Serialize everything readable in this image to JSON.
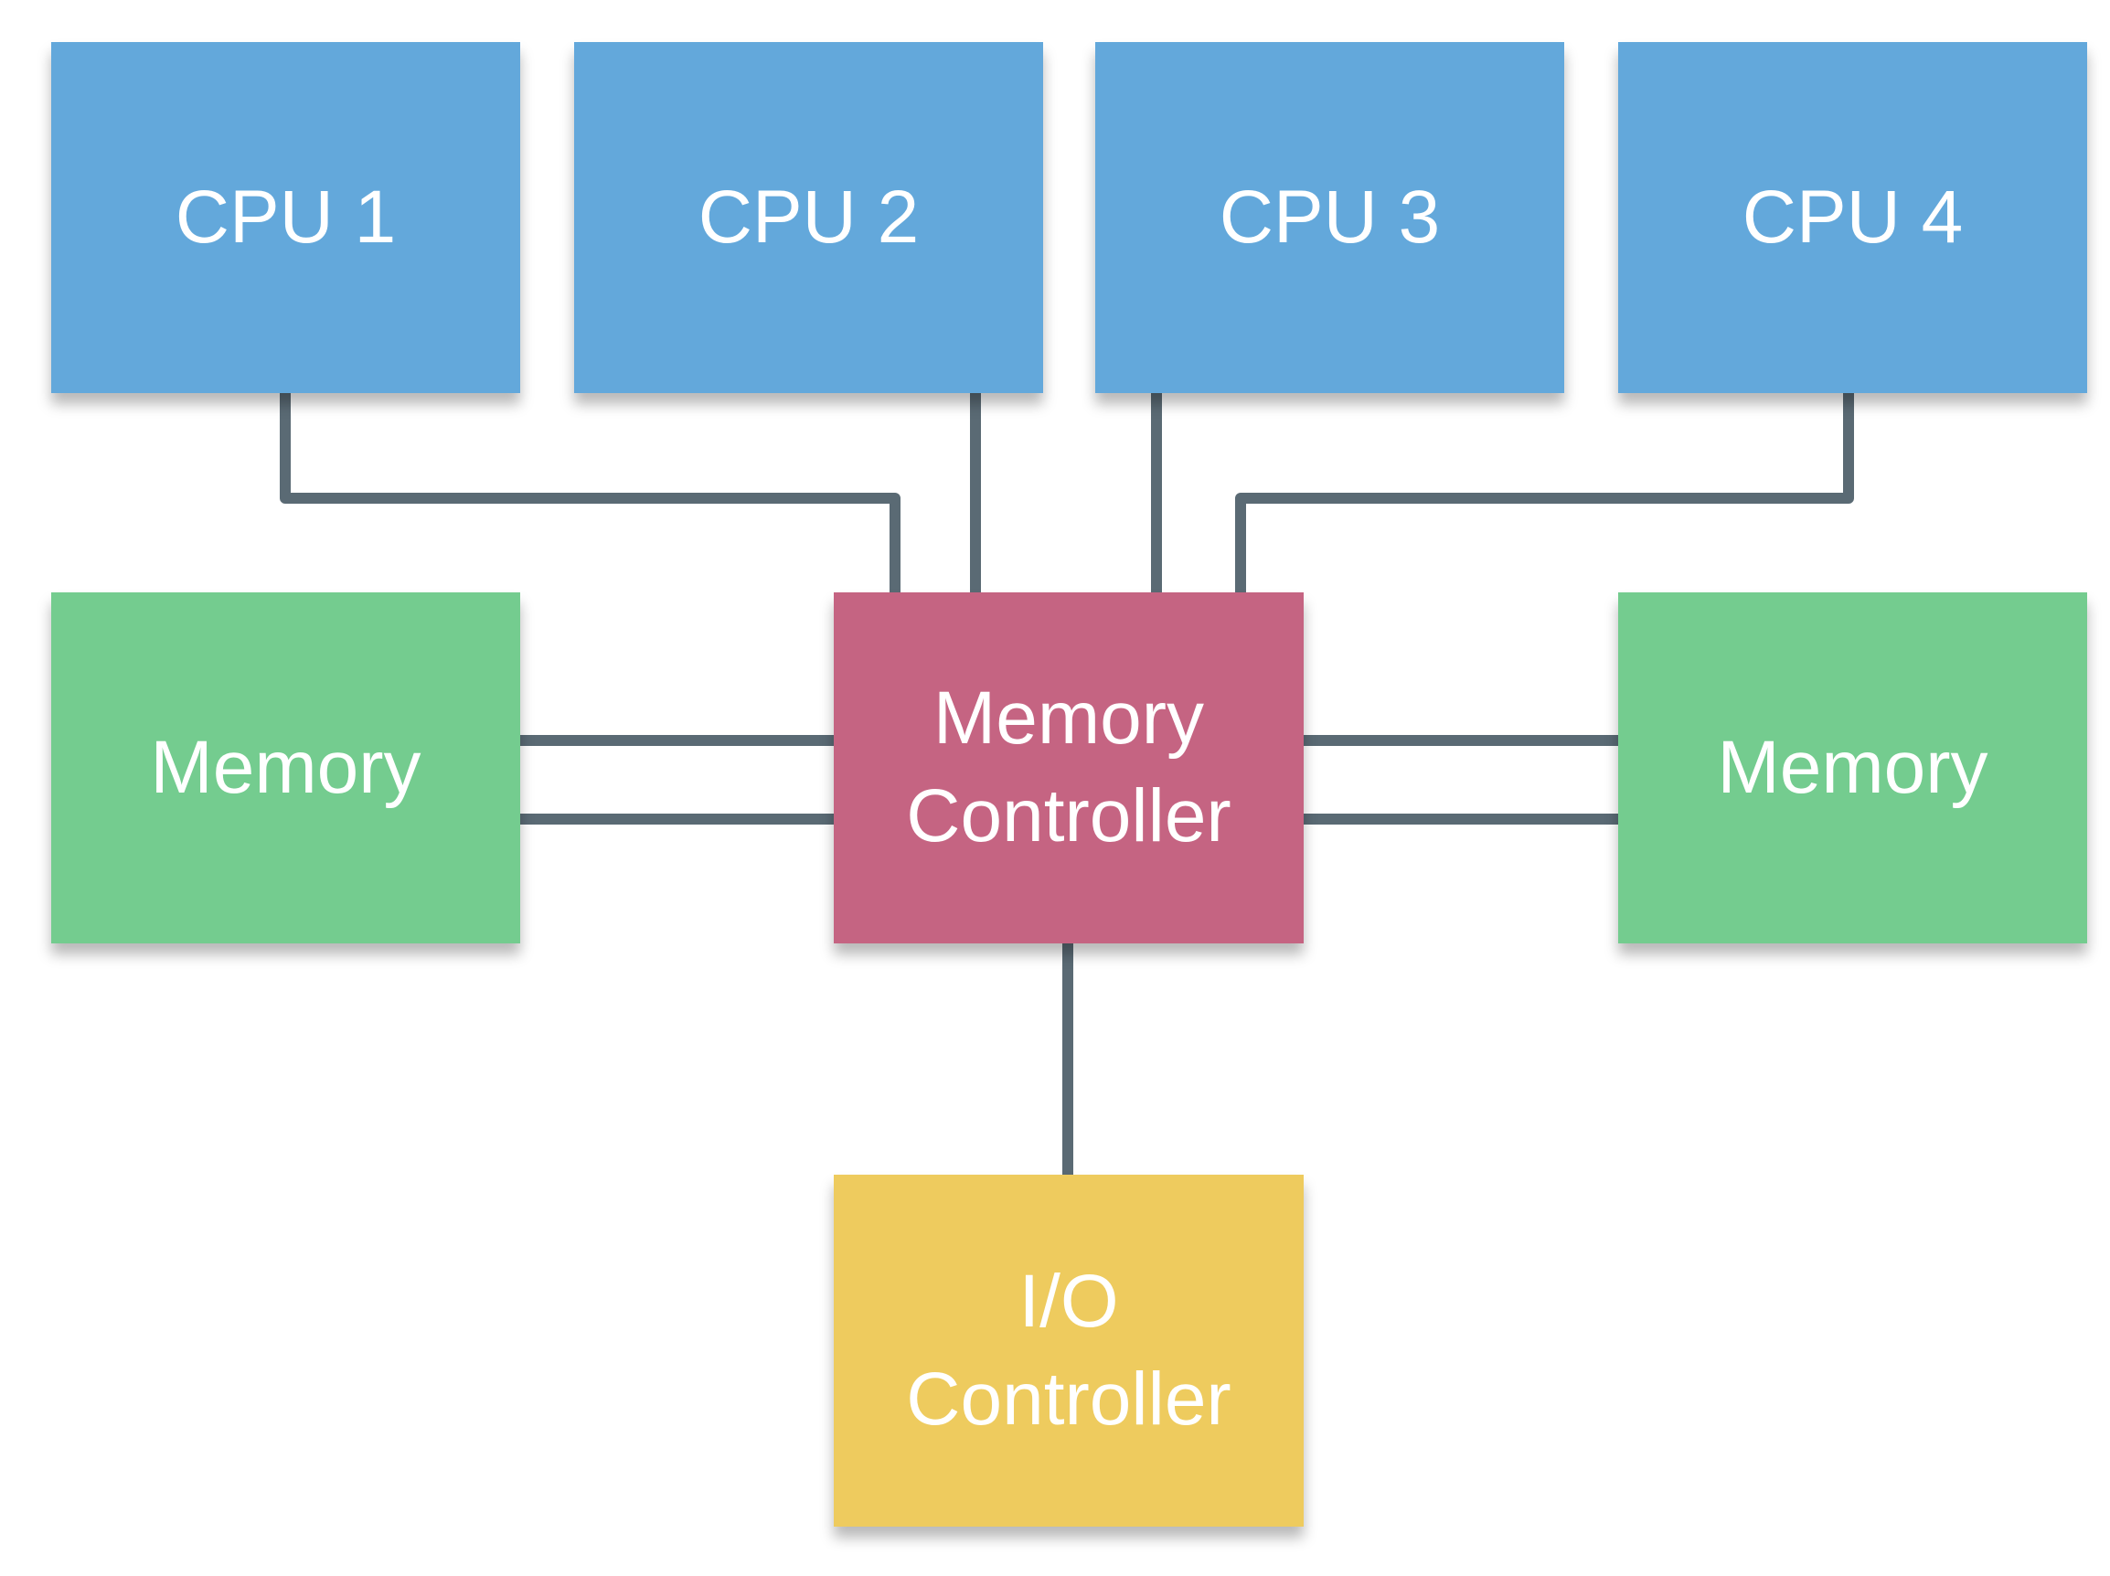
{
  "colors": {
    "cpu": "#63a8db",
    "memory": "#74cc8f",
    "memory_controller": "#c56482",
    "io_controller": "#eecb5e",
    "wire": "#5a6a74",
    "text": "#ffffff"
  },
  "cpus": [
    {
      "label": "CPU 1"
    },
    {
      "label": "CPU 2"
    },
    {
      "label": "CPU 3"
    },
    {
      "label": "CPU 4"
    }
  ],
  "memory_left": {
    "label": "Memory"
  },
  "memory_right": {
    "label": "Memory"
  },
  "memory_controller": {
    "line1": "Memory",
    "line2": "Controller"
  },
  "io_controller": {
    "line1": "I/O",
    "line2": "Controller"
  }
}
